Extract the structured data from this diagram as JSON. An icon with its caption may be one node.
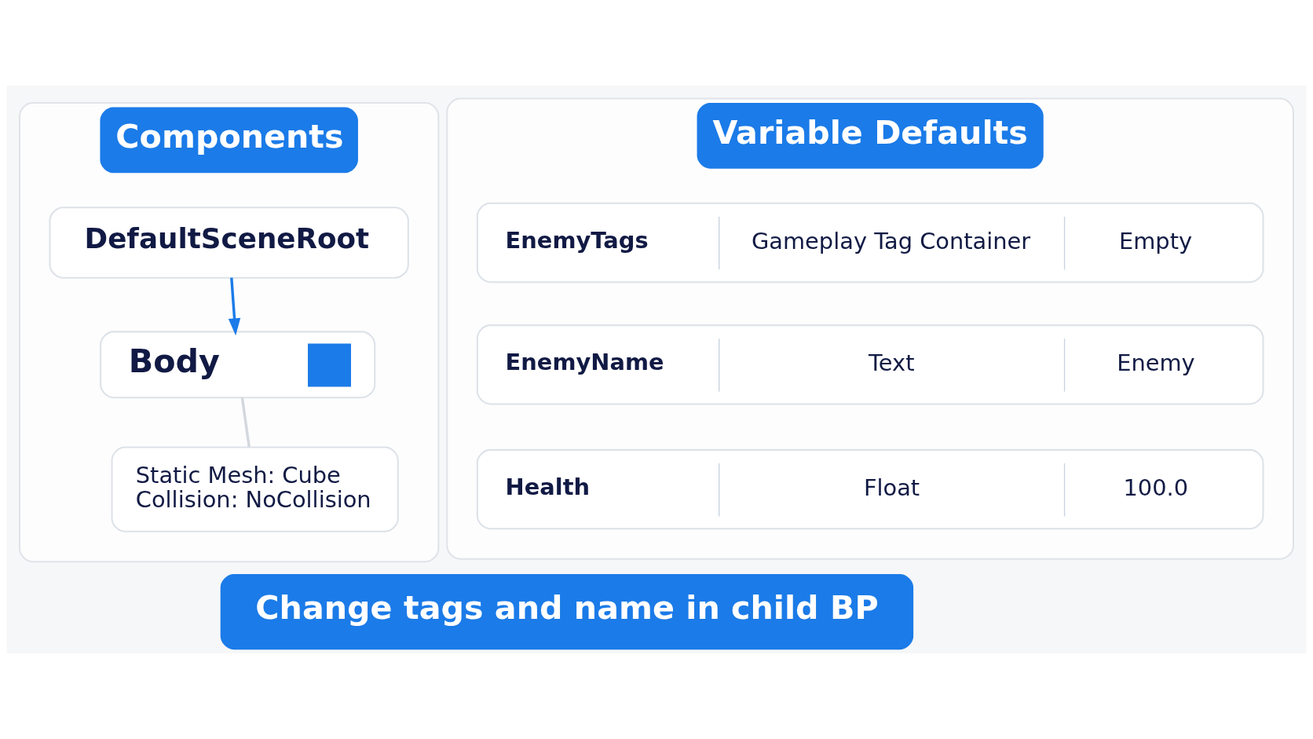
{
  "diagram": {
    "nodes": [
      {
        "text": [
          "Components"
        ]
      },
      {
        "text": [
          "DefaultSceneRoot"
        ],
        "in": 0
      },
      {
        "text": [
          "Body"
        ],
        "in": 0
      },
      {
        "text": [
          "Static Mesh: Cube Collision: NoCollision"
        ],
        "in": 0
      },
      {
        "text": [
          "Variable Defaults"
        ]
      },
      {
        "text": [
          "EnemyTags",
          "Gameplay Tag Container",
          "Empty"
        ],
        "in": 4
      },
      {
        "text": [
          "EnemyName",
          "Text",
          "Enemy"
        ],
        "in": 4
      },
      {
        "text": [
          "Health",
          "Float",
          "100.0"
        ],
        "in": 4
      },
      {
        "text": [
          "Change tags and name in child BP"
        ]
      }
    ],
    "edges": [
      {
        "from": 1,
        "to": 2,
        "arrow": "to",
        "color": "#1b7be8"
      },
      {
        "from": 2,
        "to": 3,
        "arrow": "none",
        "color": "#d3d8de"
      }
    ]
  }
}
